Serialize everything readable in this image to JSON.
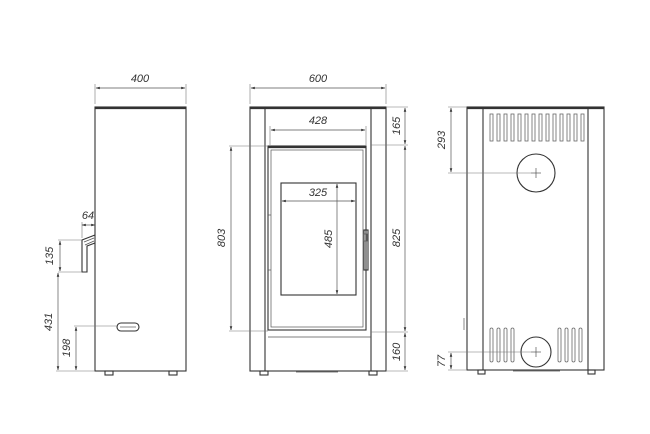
{
  "drawing": {
    "side_view": {
      "width_label": "400",
      "handle_depth_label": "64",
      "handle_height_label": "135",
      "handle_base_height_label": "431",
      "ash_handle_height_label": "198"
    },
    "front_view": {
      "width_label": "600",
      "door_width_label": "428",
      "glass_width_label": "325",
      "glass_height_label": "485",
      "door_height_label": "803",
      "top_offset_label": "165",
      "door_frame_height_label": "825",
      "bottom_offset_label": "160"
    },
    "back_view": {
      "flue_top_label": "293",
      "air_inlet_bottom_label": "77",
      "top_vent_slot_count": 14,
      "bottom_vent_slot_count_per_group": 4
    },
    "colors": {
      "line": "#333333",
      "dimension_line": "#555555",
      "background": "#ffffff"
    }
  }
}
